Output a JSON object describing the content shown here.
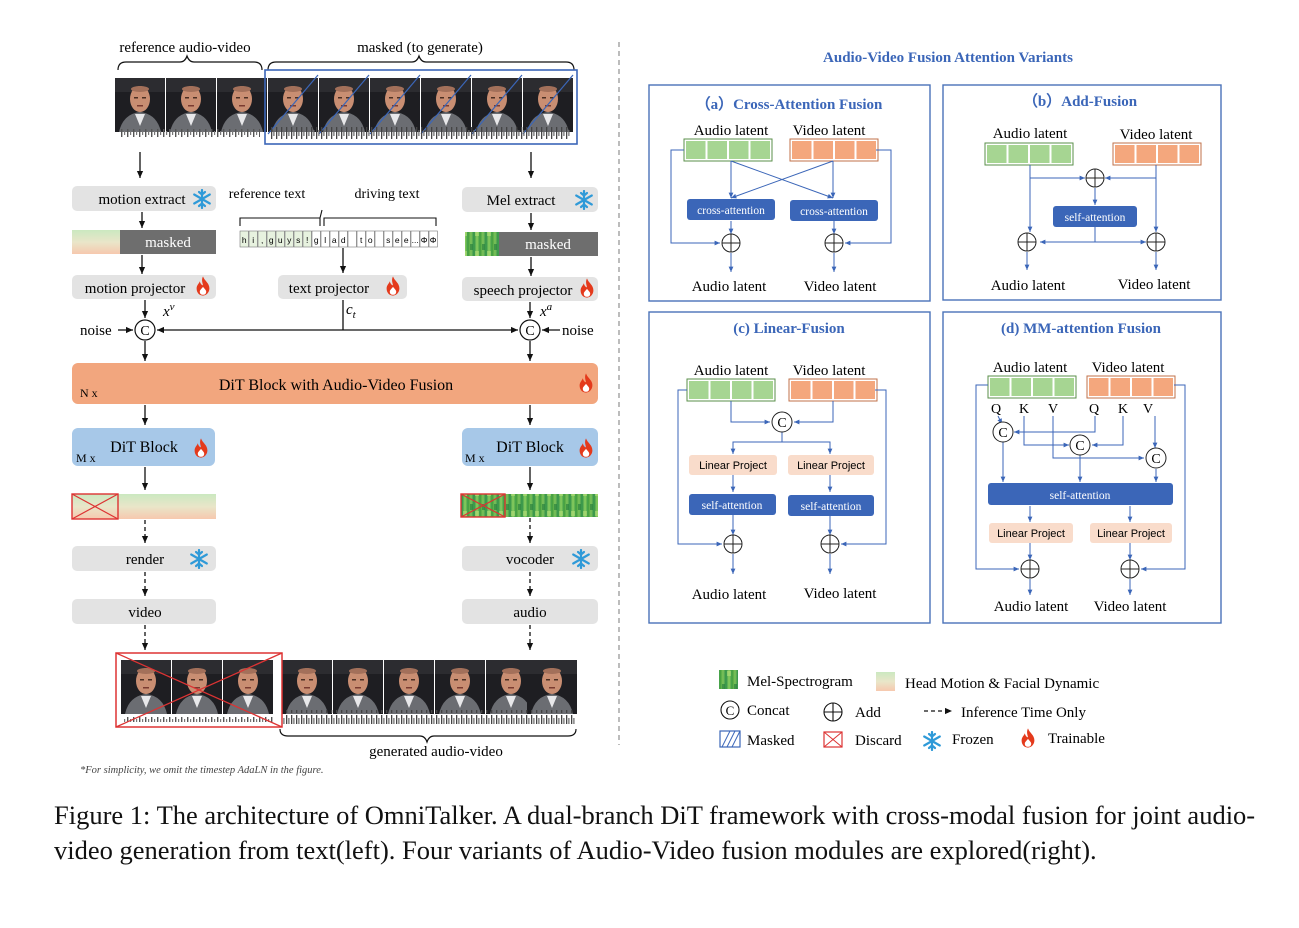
{
  "left": {
    "reference_label": "reference audio-video",
    "masked_label": "masked (to generate)",
    "motion_extract": "motion extract",
    "mel_extract": "Mel extract",
    "masked_tag": "masked",
    "reference_text": "reference text",
    "driving_text": "driving text",
    "text_tokens": [
      "h",
      "i",
      ",",
      "g",
      "u",
      "y",
      "s",
      "!",
      "g",
      "l",
      "a",
      "d",
      "",
      "t",
      "o",
      "",
      "s",
      "e",
      "e",
      "...",
      "Φ",
      "Φ"
    ],
    "motion_projector": "motion projector",
    "text_projector": "text projector",
    "speech_projector": "speech projector",
    "xv_symbol": "x",
    "xv_sup": "v",
    "ct_symbol": "c",
    "ct_sub": "t",
    "xa_symbol": "x",
    "xa_sup": "a",
    "noise": "noise",
    "concat_symbol": "C",
    "dit_fusion_block": "DiT Block with Audio-Video Fusion",
    "n_times": "N x",
    "dit_block": "DiT Block",
    "m_times": "M x",
    "render": "render",
    "vocoder": "vocoder",
    "video": "video",
    "audio": "audio",
    "generated_label": "generated audio-video",
    "footnote": "*For simplicity, we omit the timestep AdaLN in the figure."
  },
  "right": {
    "title": "Audio-Video Fusion  Attention Variants",
    "panel_a_title": "（a）Cross-Attention Fusion",
    "panel_b_title": "（b）Add-Fusion",
    "panel_c_title": "(c) Linear-Fusion",
    "panel_d_title": "(d)  MM-attention Fusion",
    "audio_latent": "Audio latent",
    "video_latent": "Video latent",
    "cross_attention": "cross-attention",
    "self_attention": "self-attention",
    "linear_project": "Linear Project",
    "q": "Q",
    "k": "K",
    "v": "V"
  },
  "legend": {
    "mel": "Mel-Spectrogram",
    "head_motion": "Head Motion & Facial Dynamic",
    "concat": "Concat",
    "add": "Add",
    "inference": "Inference Time Only",
    "masked": "Masked",
    "discard": "Discard",
    "frozen": "Frozen",
    "trainable": "Trainable"
  },
  "caption": "Figure 1: The architecture of OmniTalker. A dual-branch DiT framework with cross-modal fusion for joint audio-video generation from text(left). Four variants of Audio-Video fusion modules are explored(right).",
  "colors": {
    "gray_box": "#e3e3e3",
    "orange": "#f2a67e",
    "blue_block": "#a7c8e8",
    "blue_accent": "#3b66b8",
    "green_latent": "#a6d592",
    "orange_latent": "#f4a77d",
    "panel_border": "#4a72b8",
    "linear_proj": "#f9dccb",
    "fire": "#e43a1c",
    "snow": "#2f9ad8"
  }
}
